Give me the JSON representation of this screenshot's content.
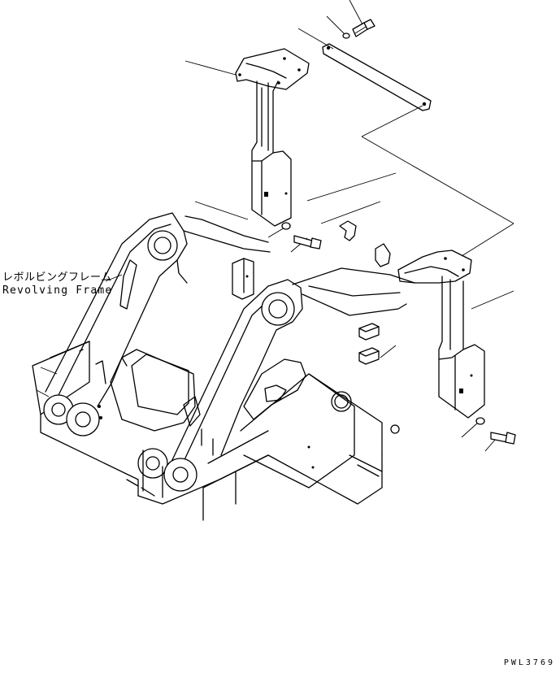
{
  "labels": {
    "part_name_jp": "レボルビングフレーム",
    "part_name_en": "Revolving Frame",
    "drawing_code": "PWL3769"
  }
}
